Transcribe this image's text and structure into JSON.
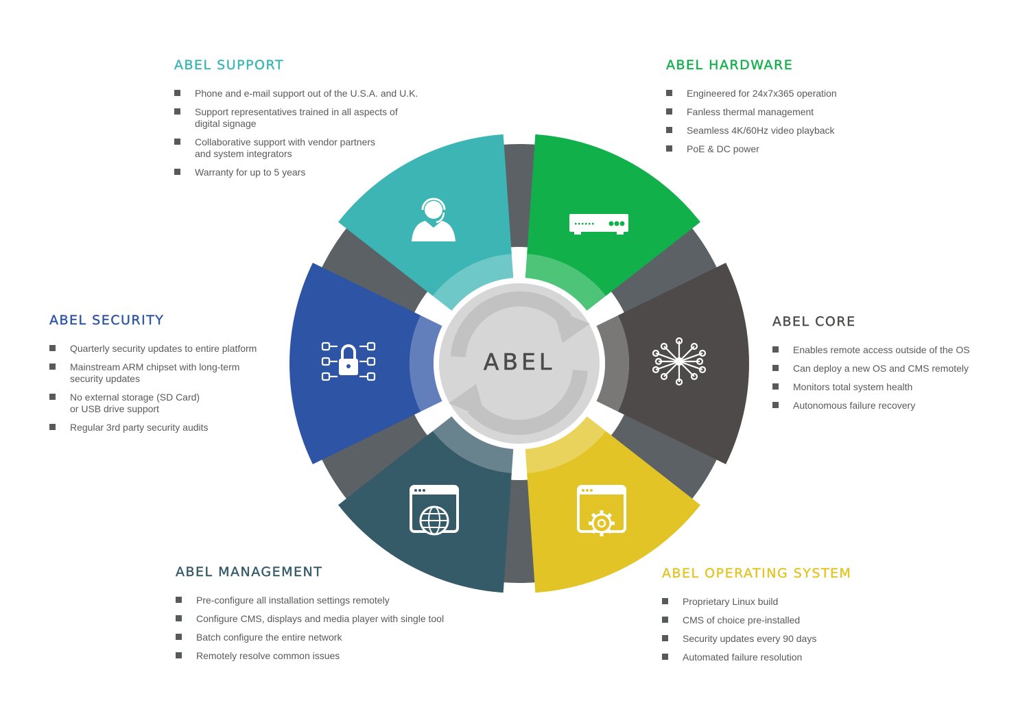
{
  "center": {
    "logo_text": "ABEL"
  },
  "colors": {
    "support": "#3db5b5",
    "hardware": "#12b04b",
    "core": "#4d4a49",
    "os": "#e3c427",
    "management": "#355a68",
    "security": "#2e54a5",
    "ring": "#5b6165",
    "text": "#58595b"
  },
  "sections": {
    "support": {
      "title": "ABEL SUPPORT",
      "icon": "support-agent-icon",
      "items": [
        [
          "Phone and e-mail support out of the U.S.A. and U.K."
        ],
        [
          "Support representatives trained in all aspects of",
          "digital signage"
        ],
        [
          "Collaborative support with vendor partners",
          "and system integrators"
        ],
        [
          "Warranty for up to 5 years"
        ]
      ]
    },
    "hardware": {
      "title": "ABEL HARDWARE",
      "icon": "media-player-icon",
      "items": [
        [
          "Engineered for 24x7x365 operation"
        ],
        [
          "Fanless thermal management"
        ],
        [
          "Seamless 4K/60Hz video playback"
        ],
        [
          "PoE & DC power"
        ]
      ]
    },
    "core": {
      "title": "ABEL CORE",
      "icon": "circuit-chip-icon",
      "items": [
        [
          "Enables remote access outside of the OS"
        ],
        [
          "Can deploy a new OS and CMS remotely"
        ],
        [
          "Monitors total system health"
        ],
        [
          "Autonomous failure recovery"
        ]
      ]
    },
    "security": {
      "title": "ABEL SECURITY",
      "icon": "network-lock-icon",
      "items": [
        [
          "Quarterly security updates to entire platform"
        ],
        [
          "Mainstream ARM chipset with long-term",
          "security updates"
        ],
        [
          "No external storage (SD Card)",
          "or USB drive support"
        ],
        [
          "Regular 3rd party security audits"
        ]
      ]
    },
    "management": {
      "title": "ABEL MANAGEMENT",
      "icon": "browser-globe-icon",
      "items": [
        [
          "Pre-configure all installation settings remotely"
        ],
        [
          "Configure CMS, displays and media player with single tool"
        ],
        [
          "Batch configure the entire network"
        ],
        [
          "Remotely resolve common issues"
        ]
      ]
    },
    "os": {
      "title": "ABEL OPERATING SYSTEM",
      "icon": "browser-gear-icon",
      "items": [
        [
          "Proprietary Linux build"
        ],
        [
          "CMS of choice pre-installed"
        ],
        [
          "Security updates every 90 days"
        ],
        [
          "Automated failure resolution"
        ]
      ]
    }
  }
}
